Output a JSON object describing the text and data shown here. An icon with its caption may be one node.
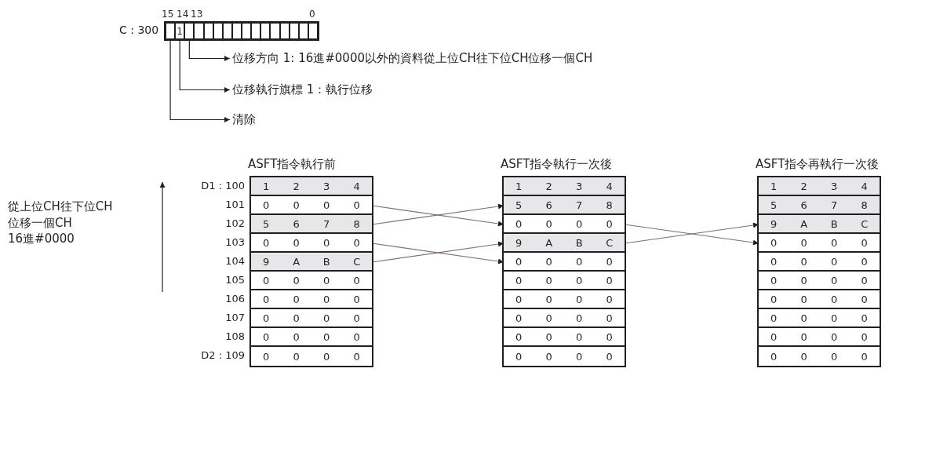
{
  "diagram": {
    "nodes": [
      {
        "text": [],
        "shape": "box",
        "beside": [
          "C : 300"
        ]
      },
      {
        "text": [],
        "shape": "box",
        "in": 0
      },
      {
        "text": [
          "1"
        ],
        "in": 0
      },
      {
        "text": [],
        "shape": "box",
        "in": 0
      },
      {
        "text": [],
        "shape": "box",
        "in": 0
      },
      {
        "text": [],
        "shape": "box",
        "in": 0
      },
      {
        "text": [],
        "shape": "box",
        "in": 0
      },
      {
        "text": [],
        "shape": "box",
        "in": 0
      },
      {
        "text": [],
        "shape": "box",
        "in": 0
      },
      {
        "text": [],
        "shape": "box",
        "in": 0
      },
      {
        "text": [],
        "shape": "box",
        "in": 0
      },
      {
        "text": [],
        "shape": "box",
        "in": 0
      },
      {
        "text": [],
        "shape": "box",
        "in": 0
      },
      {
        "text": [],
        "shape": "box",
        "in": 0
      },
      {
        "text": [],
        "shape": "box",
        "in": 0
      },
      {
        "text": [],
        "shape": "box",
        "in": 0
      },
      {
        "text": [],
        "shape": "box",
        "in": 0
      },
      {
        "text": [
          "位移方向 1: 16進#0000以外的資料從上位CH往下位CH位移一個CH"
        ]
      },
      {
        "text": [
          "位移執行旗標 1：執行位移"
        ]
      },
      {
        "text": [
          "清除"
        ]
      },
      {
        "text": [
          "ASFT指令執行前"
        ]
      },
      {
        "text": [
          "1",
          "2",
          "3",
          "4"
        ],
        "in": 20,
        "beside": [
          "D1 : 100"
        ]
      },
      {
        "text": [
          "0",
          "0",
          "0",
          "0"
        ],
        "in": 20,
        "beside": [
          "101"
        ]
      },
      {
        "text": [
          "5",
          "6",
          "7",
          "8"
        ],
        "in": 20,
        "beside": [
          "102"
        ]
      },
      {
        "text": [
          "0",
          "0",
          "0",
          "0"
        ],
        "in": 20,
        "beside": [
          "103"
        ]
      },
      {
        "text": [
          "9",
          "A",
          "B",
          "C"
        ],
        "in": 20,
        "beside": [
          "104"
        ]
      },
      {
        "text": [
          "0",
          "0",
          "0",
          "0"
        ],
        "in": 20,
        "beside": [
          "105"
        ]
      },
      {
        "text": [
          "0",
          "0",
          "0",
          "0"
        ],
        "in": 20,
        "beside": [
          "106"
        ]
      },
      {
        "text": [
          "0",
          "0",
          "0",
          "0"
        ],
        "in": 20,
        "beside": [
          "107"
        ]
      },
      {
        "text": [
          "0",
          "0",
          "0",
          "0"
        ],
        "in": 20,
        "beside": [
          "108"
        ]
      },
      {
        "text": [
          "0",
          "0",
          "0",
          "0"
        ],
        "in": 20,
        "beside": [
          "D2 : 109"
        ]
      },
      {
        "text": [
          "ASFT指令執行一次後"
        ]
      },
      {
        "text": [
          "1",
          "2",
          "3",
          "4"
        ],
        "in": 31
      },
      {
        "text": [
          "5",
          "6",
          "7",
          "8"
        ],
        "in": 31
      },
      {
        "text": [
          "0",
          "0",
          "0",
          "0"
        ],
        "in": 31
      },
      {
        "text": [
          "9",
          "A",
          "B",
          "C"
        ],
        "in": 31
      },
      {
        "text": [
          "0",
          "0",
          "0",
          "0"
        ],
        "in": 31
      },
      {
        "text": [
          "0",
          "0",
          "0",
          "0"
        ],
        "in": 31
      },
      {
        "text": [
          "0",
          "0",
          "0",
          "0"
        ],
        "in": 31
      },
      {
        "text": [
          "0",
          "0",
          "0",
          "0"
        ],
        "in": 31
      },
      {
        "text": [
          "0",
          "0",
          "0",
          "0"
        ],
        "in": 31
      },
      {
        "text": [
          "0",
          "0",
          "0",
          "0"
        ],
        "in": 31
      },
      {
        "text": [
          "ASFT指令再執行一次後"
        ]
      },
      {
        "text": [
          "1",
          "2",
          "3",
          "4"
        ],
        "in": 42
      },
      {
        "text": [
          "5",
          "6",
          "7",
          "8"
        ],
        "in": 42
      },
      {
        "text": [
          "9",
          "A",
          "B",
          "C"
        ],
        "in": 42
      },
      {
        "text": [
          "0",
          "0",
          "0",
          "0"
        ],
        "in": 42
      },
      {
        "text": [
          "0",
          "0",
          "0",
          "0"
        ],
        "in": 42
      },
      {
        "text": [
          "0",
          "0",
          "0",
          "0"
        ],
        "in": 42
      },
      {
        "text": [
          "0",
          "0",
          "0",
          "0"
        ],
        "in": 42
      },
      {
        "text": [
          "0",
          "0",
          "0",
          "0"
        ],
        "in": 42
      },
      {
        "text": [
          "0",
          "0",
          "0",
          "0"
        ],
        "in": 42
      },
      {
        "text": [
          "0",
          "0",
          "0",
          "0"
        ],
        "in": 42
      }
    ],
    "edges": [
      {
        "from": 3,
        "to": 17,
        "arrow": "to"
      },
      {
        "from": 2,
        "to": 18,
        "arrow": "to"
      },
      {
        "from": 1,
        "to": 19,
        "arrow": "to"
      },
      {
        "from": 22,
        "to": 34,
        "arrow": "to"
      },
      {
        "from": 23,
        "to": 33,
        "arrow": "to"
      },
      {
        "from": 24,
        "to": 36,
        "arrow": "to"
      },
      {
        "from": 25,
        "to": 35,
        "arrow": "to"
      },
      {
        "from": 34,
        "to": 46,
        "arrow": "to"
      },
      {
        "from": 35,
        "to": 45,
        "arrow": "to"
      }
    ],
    "labels": [
      "15",
      "14",
      "13",
      "0",
      "從上位CH往下位CH位移一個CH",
      "16進#0000"
    ]
  }
}
